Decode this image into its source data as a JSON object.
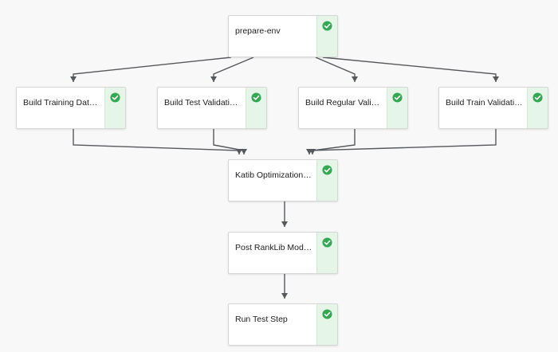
{
  "pipeline": {
    "status_color": "#34a853",
    "nodes": [
      {
        "id": "prepare-env",
        "label": "prepare-env",
        "status": "succeeded",
        "status_icon": "check-circle-icon"
      },
      {
        "id": "build-training-data",
        "label": "Build Training Dat…",
        "status": "succeeded",
        "status_icon": "check-circle-icon"
      },
      {
        "id": "build-test-validation",
        "label": "Build Test Validati…",
        "status": "succeeded",
        "status_icon": "check-circle-icon"
      },
      {
        "id": "build-regular-validation",
        "label": "Build Regular Vali…",
        "status": "succeeded",
        "status_icon": "check-circle-icon"
      },
      {
        "id": "build-train-validation",
        "label": "Build Train Validati…",
        "status": "succeeded",
        "status_icon": "check-circle-icon"
      },
      {
        "id": "katib-optimization",
        "label": "Katib Optimization…",
        "status": "succeeded",
        "status_icon": "check-circle-icon"
      },
      {
        "id": "post-ranklib-model",
        "label": "Post RankLib Mod…",
        "status": "succeeded",
        "status_icon": "check-circle-icon"
      },
      {
        "id": "run-test-step",
        "label": "Run Test Step",
        "status": "succeeded",
        "status_icon": "check-circle-icon"
      }
    ],
    "edges": [
      {
        "from": "prepare-env",
        "to": "build-training-data"
      },
      {
        "from": "prepare-env",
        "to": "build-test-validation"
      },
      {
        "from": "prepare-env",
        "to": "build-regular-validation"
      },
      {
        "from": "prepare-env",
        "to": "build-train-validation"
      },
      {
        "from": "build-training-data",
        "to": "katib-optimization"
      },
      {
        "from": "build-test-validation",
        "to": "katib-optimization"
      },
      {
        "from": "build-regular-validation",
        "to": "katib-optimization"
      },
      {
        "from": "build-train-validation",
        "to": "katib-optimization"
      },
      {
        "from": "katib-optimization",
        "to": "post-ranklib-model"
      },
      {
        "from": "post-ranklib-model",
        "to": "run-test-step"
      }
    ]
  }
}
